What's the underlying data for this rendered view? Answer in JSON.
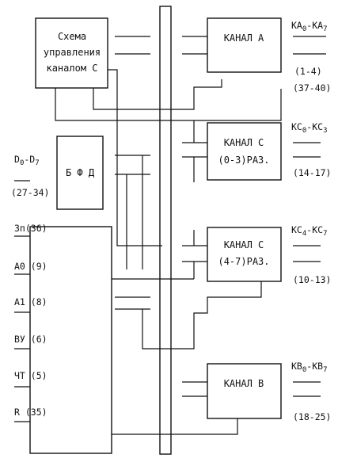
{
  "blocks": {
    "control": {
      "lines": [
        "Схема",
        "управления",
        "каналом С"
      ]
    },
    "bfd": {
      "label": "Б Ф Д"
    },
    "channel_a": {
      "label": "КАНАЛ А"
    },
    "channel_c_low": {
      "line1": "КАНАЛ С",
      "line2": "(0-3)РАЗ."
    },
    "channel_c_high": {
      "line1": "КАНАЛ С",
      "line2": "(4-7)РАЗ."
    },
    "channel_b": {
      "label": "КАНАЛ В"
    }
  },
  "left_pins": {
    "data_bus": {
      "base": "D",
      "from": "0",
      "to": "7",
      "pins": "(27-34)"
    },
    "wr": "Зп(36)",
    "a0": "A0 (9)",
    "a1": "A1 (8)",
    "cs": "ВУ (6)",
    "rd": "ЧТ (5)",
    "reset": "R (35)"
  },
  "right_pins": {
    "port_a": {
      "base": "KA",
      "from": "0",
      "to": "7",
      "pins": [
        "(1-4)",
        "(37-40)"
      ]
    },
    "port_c_low": {
      "base": "KC",
      "from": "0",
      "to": "3",
      "pins": "(14-17)"
    },
    "port_c_high": {
      "base": "KC",
      "from": "4",
      "to": "7",
      "pins": "(10-13)"
    },
    "port_b": {
      "base": "KB",
      "from": "0",
      "to": "7",
      "pins": "(18-25)"
    }
  }
}
